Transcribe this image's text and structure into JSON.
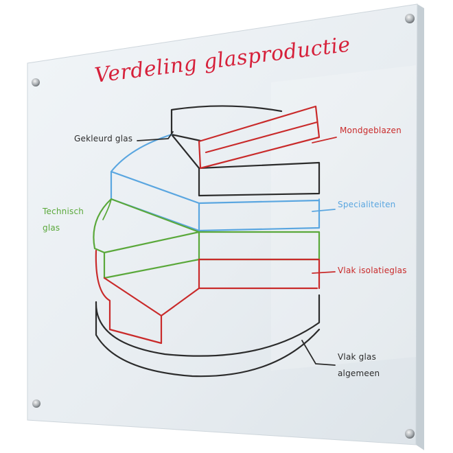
{
  "whiteboard": {
    "title": "Verdeling glasproductie",
    "labels": {
      "gekleurd_glas": "Gekleurd glas",
      "mondgeblazen": "Mondgeblazen",
      "technisch_line1": "Technisch",
      "technisch_line2": "glas",
      "specialiteiten": "Specialiteiten",
      "vlak_isolatieglas": "Vlak isolatieglas",
      "vlak_glas_line1": "Vlak glas",
      "vlak_glas_line2": "algemeen"
    }
  },
  "colors": {
    "board": "#e9eef2",
    "board_edge": "#c9d2d8",
    "title_red": "#d6203a",
    "marker_black": "#2b2b2b",
    "marker_red": "#c92a2a",
    "marker_blue": "#5aa6e0",
    "marker_green": "#5aa83a"
  },
  "icons": [
    "mounting-screw-icon"
  ]
}
